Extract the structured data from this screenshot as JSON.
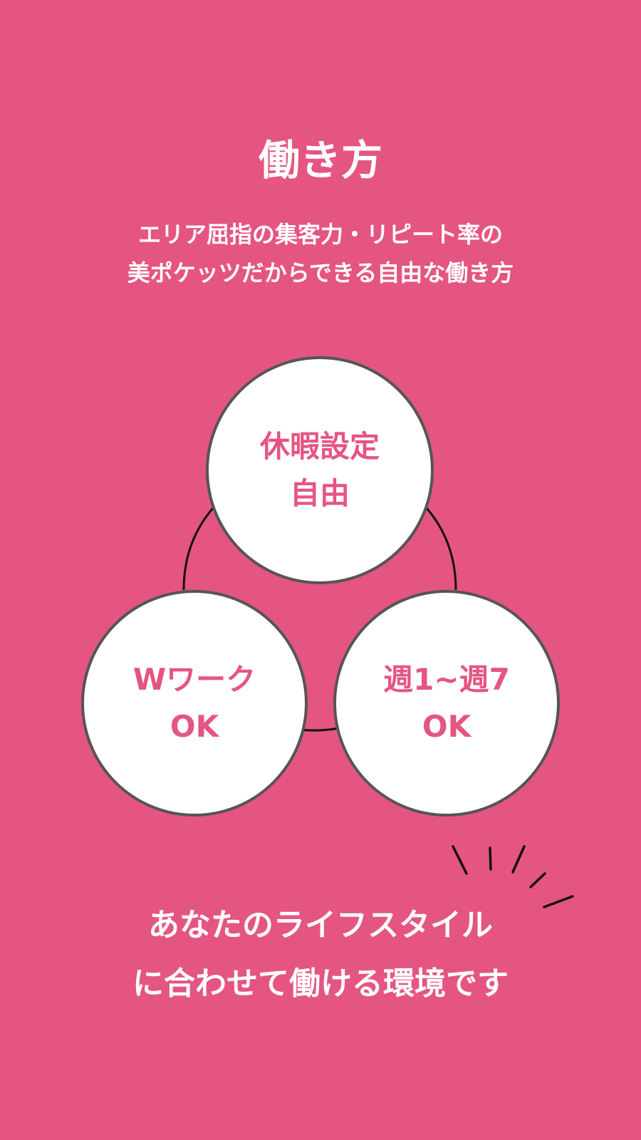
{
  "title": "働き方",
  "subtitle": [
    "エリア屈指の集客力・リピート率の",
    "美ポケッツだからできる自由な働き方"
  ],
  "circles": [
    {
      "line1": "休暇設定",
      "line2": "自由"
    },
    {
      "line1": "Wワーク",
      "line2": "OK"
    },
    {
      "line1": "週1~週7",
      "line2": "OK"
    }
  ],
  "closing": [
    "あなたのライフスタイル",
    "に合わせて働ける環境です"
  ],
  "colors": {
    "background": "#E55582",
    "accent": "#E55582",
    "border": "#555555"
  }
}
